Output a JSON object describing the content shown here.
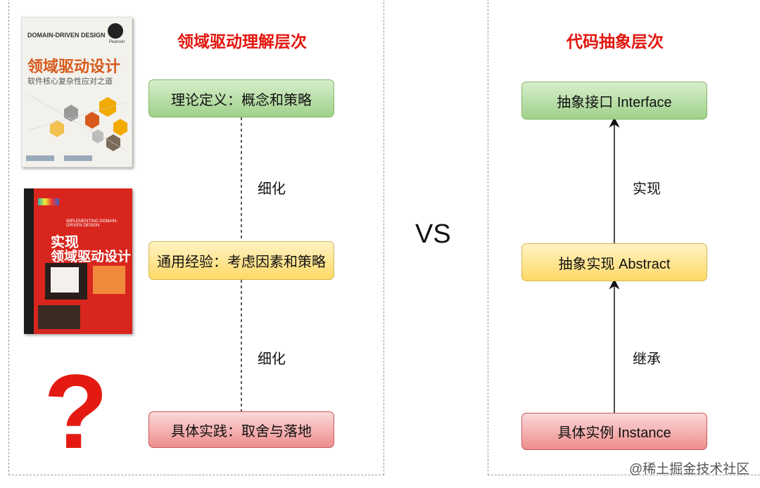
{
  "left": {
    "title": "领域驱动理解层次",
    "levels": [
      "理论定义：概念和策略",
      "通用经验：考虑因素和策略",
      "具体实践：取舍与落地"
    ],
    "connectors": [
      "细化",
      "细化"
    ]
  },
  "vs": "VS",
  "right": {
    "title": "代码抽象层次",
    "levels": [
      "抽象接口 Interface",
      "抽象实现 Abstract",
      "具体实例 Instance"
    ],
    "connectors": [
      "实现",
      "继承"
    ]
  },
  "book1": {
    "en_title": "DOMAIN-DRIVEN DESIGN",
    "cn_title": "领域驱动设计",
    "subtitle": "软件核心复杂性应对之道",
    "publisher": "Pearson"
  },
  "book2": {
    "cn_title_line1": "实现",
    "cn_title_line2": "领域驱动设计",
    "en_title": "IMPLEMENTING DOMAIN-DRIVEN DESIGN"
  },
  "question_mark": "?",
  "watermark": "@稀土掘金技术社区",
  "colors": {
    "title": "#e3150e",
    "green": "#9fd18a",
    "yellow": "#ffd966",
    "red": "#ee8d8d"
  }
}
